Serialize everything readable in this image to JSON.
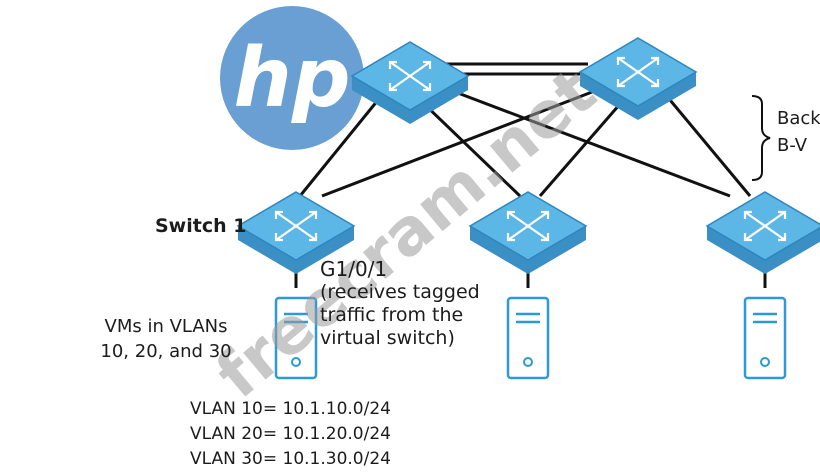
{
  "logo": {
    "text": "hp",
    "color": "#6a9fd4"
  },
  "watermark": "freecram.net",
  "colors": {
    "switch_top": "#5cb6e6",
    "switch_side": "#3a8fc4",
    "server_stroke": "#2a9ad8",
    "link": "#111111"
  },
  "labels": {
    "switch1": "Switch 1",
    "port": [
      "G1/0/1",
      "(receives tagged",
      "traffic from the",
      "virtual switch)"
    ],
    "vms": [
      "VMs in VLANs",
      "10, 20, and 30"
    ],
    "vlans": [
      "VLAN 10= 10.1.10.0/24",
      "VLAN 20= 10.1.20.0/24",
      "VLAN 30= 10.1.30.0/24"
    ],
    "backbone": [
      "Back",
      "B-V"
    ]
  },
  "icons": {
    "switch": "switch-icon",
    "server": "server-icon",
    "logo": "hp-logo-icon"
  }
}
